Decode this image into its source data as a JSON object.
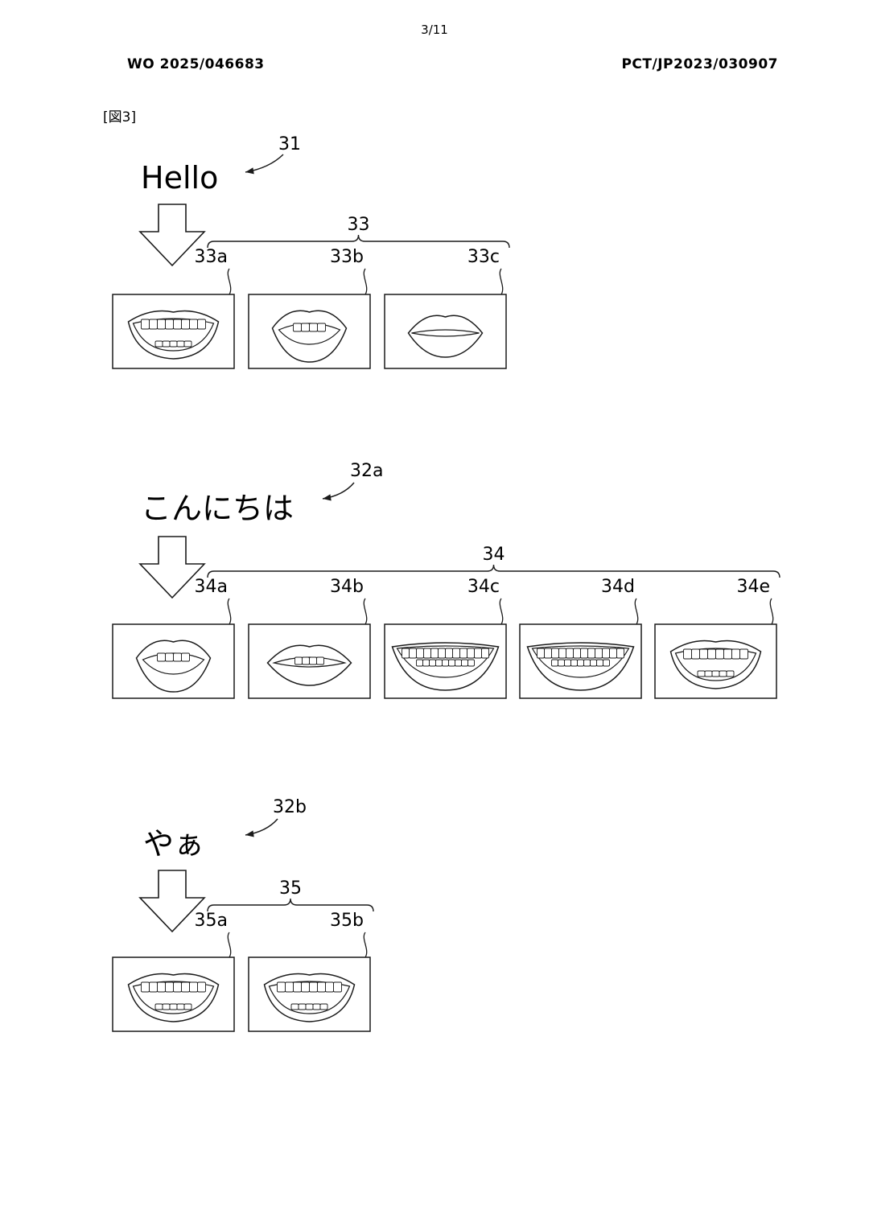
{
  "page": {
    "number": "3/11",
    "publication_number": "WO 2025/046683",
    "application_number": "PCT/JP2023/030907"
  },
  "figure": {
    "label": "[図3]",
    "groups": [
      {
        "word": "Hello",
        "word_ref": "31",
        "set_ref": "33",
        "frames": [
          {
            "ref": "33a",
            "mouth": "open-teeth"
          },
          {
            "ref": "33b",
            "mouth": "round-open"
          },
          {
            "ref": "33c",
            "mouth": "closed"
          }
        ]
      },
      {
        "word": "こんにちは",
        "word_ref": "32a",
        "set_ref": "34",
        "frames": [
          {
            "ref": "34a",
            "mouth": "round-open"
          },
          {
            "ref": "34b",
            "mouth": "narrow-teeth"
          },
          {
            "ref": "34c",
            "mouth": "wide-smile"
          },
          {
            "ref": "34d",
            "mouth": "wide-smile"
          },
          {
            "ref": "34e",
            "mouth": "open-teeth"
          }
        ]
      },
      {
        "word": "やぁ",
        "word_ref": "32b",
        "set_ref": "35",
        "frames": [
          {
            "ref": "35a",
            "mouth": "open-teeth"
          },
          {
            "ref": "35b",
            "mouth": "open-teeth"
          }
        ]
      }
    ]
  }
}
